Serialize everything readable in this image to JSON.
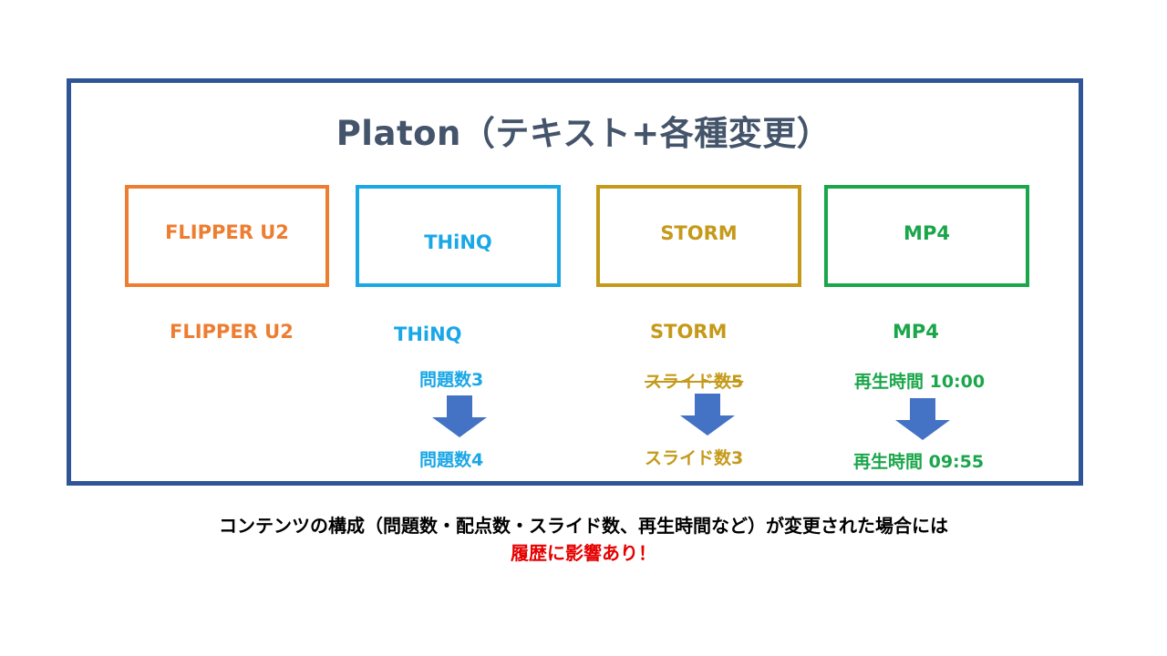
{
  "title": "Platon（テキスト+各種変更）",
  "colors": {
    "frame": "#2f5597",
    "title": "#44546a",
    "flipper": "#ed7d31",
    "thinq": "#1aa7e6",
    "storm": "#c59a1a",
    "mp4": "#1aa64a",
    "arrow": "#4472c4",
    "warning": "#e60000"
  },
  "boxes": {
    "flipper": "FLIPPER U2",
    "thinq": "THiNQ",
    "storm": "STORM",
    "mp4": "MP4"
  },
  "labels": {
    "flipper": "FLIPPER U2",
    "thinq": "THiNQ",
    "storm": "STORM",
    "mp4": "MP4"
  },
  "changes": {
    "thinq": {
      "before": "問題数3",
      "after": "問題数4"
    },
    "storm": {
      "before": "スライド数5",
      "after": "スライド数3"
    },
    "mp4": {
      "before": "再生時間 10:00",
      "after": "再生時間 09:55"
    }
  },
  "footer": {
    "line1": "コンテンツの構成（問題数・配点数・スライド数、再生時間など）が変更された場合には",
    "line2": "履歴に影響あり！"
  }
}
